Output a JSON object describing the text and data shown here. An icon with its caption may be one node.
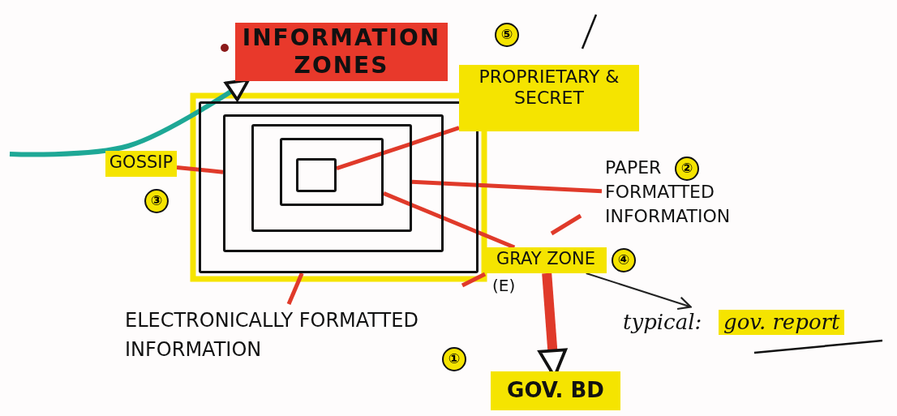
{
  "diagram": {
    "nodes": [
      {
        "text": [
          "INFORMATION ZONES"
        ]
      },
      {
        "text": [],
        "shape": "box"
      },
      {
        "text": [],
        "shape": "box",
        "in": 1
      },
      {
        "text": [],
        "shape": "box",
        "in": 2
      },
      {
        "text": [],
        "shape": "box",
        "in": 3
      },
      {
        "text": [],
        "shape": "box",
        "in": 4
      },
      {
        "text": [
          "GOSSIP"
        ],
        "beside": [
          "③"
        ]
      },
      {
        "text": [
          "PROPRIETARY & SECRET"
        ],
        "beside": [
          "⑤"
        ]
      },
      {
        "text": [
          "PAPER FORMATTED INFORMATION"
        ],
        "beside": [
          "②"
        ]
      },
      {
        "text": [
          "GRAY ZONE"
        ],
        "beside": [
          "④",
          "(E)"
        ]
      },
      {
        "text": [
          "ELECTRONICALLY FORMATTED INFORMATION"
        ],
        "beside": [
          "①"
        ]
      },
      {
        "text": [
          "typical:",
          "gov. report"
        ]
      },
      {
        "text": [
          "GOV. BD"
        ]
      }
    ],
    "edges": [
      {
        "from": null,
        "to": 0,
        "arrow": "to",
        "color": "#1ea896"
      },
      {
        "from": 6,
        "to": 2,
        "arrow": "none"
      },
      {
        "from": 7,
        "to": 5,
        "arrow": "none"
      },
      {
        "from": 8,
        "to": 3,
        "arrow": "none"
      },
      {
        "from": 9,
        "to": 4,
        "arrow": "none"
      },
      {
        "from": 10,
        "to": 1,
        "arrow": "none"
      },
      {
        "from": 9,
        "to": 11,
        "arrow": "to",
        "color": "#222222"
      },
      {
        "from": 9,
        "to": 12,
        "arrow": "to",
        "style": "thick"
      }
    ]
  }
}
